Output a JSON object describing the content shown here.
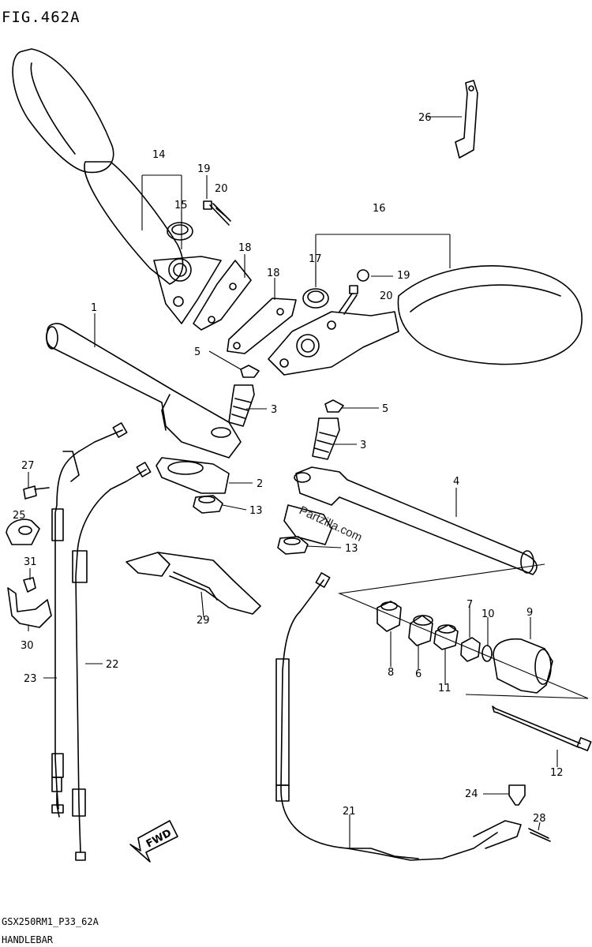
{
  "title": "FIG.462A",
  "footer": {
    "code": "GSX250RM1_P33_62A",
    "name": "HANDLEBAR"
  },
  "watermark": "Partzilla.com",
  "fwd_label": "FWD",
  "callouts": {
    "c1": "1",
    "c2": "2",
    "c3a": "3",
    "c3b": "3",
    "c4": "4",
    "c5a": "5",
    "c5b": "5",
    "c6": "6",
    "c7": "7",
    "c8": "8",
    "c9": "9",
    "c10": "10",
    "c11": "11",
    "c12": "12",
    "c13a": "13",
    "c13b": "13",
    "c14": "14",
    "c15": "15",
    "c16": "16",
    "c17": "17",
    "c18a": "18",
    "c18b": "18",
    "c19a": "19",
    "c19b": "19",
    "c20a": "20",
    "c20b": "20",
    "c21": "21",
    "c22": "22",
    "c23": "23",
    "c24": "24",
    "c25": "25",
    "c26": "26",
    "c27": "27",
    "c28": "28",
    "c29": "29",
    "c30": "30",
    "c31": "31"
  }
}
